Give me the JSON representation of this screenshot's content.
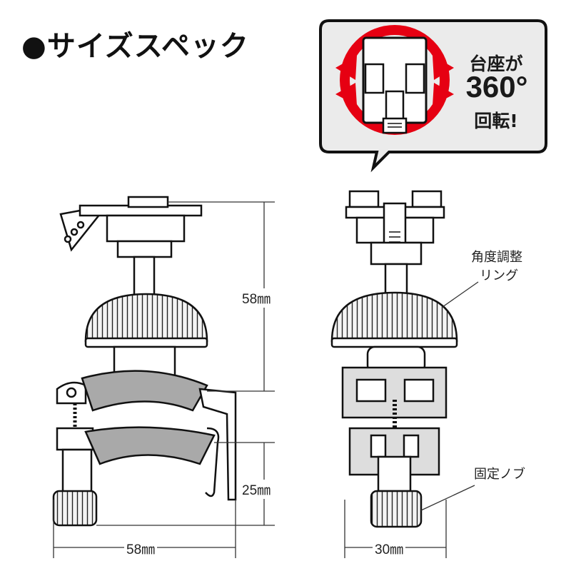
{
  "title": "●サイズスペック",
  "callout": {
    "line1": "台座が",
    "line2": "360°",
    "line3": "回転!"
  },
  "dimensions": {
    "side_height": "58㎜",
    "side_clamp_height": "25㎜",
    "side_width": "58㎜",
    "front_width": "30㎜"
  },
  "labels": {
    "ring_line1": "角度調整",
    "ring_line2": "リング",
    "knob": "固定ノブ"
  },
  "colors": {
    "accent_red": "#e60012",
    "bubble_bg": "#ebebeb",
    "pad_gray": "#a9a9a9"
  }
}
